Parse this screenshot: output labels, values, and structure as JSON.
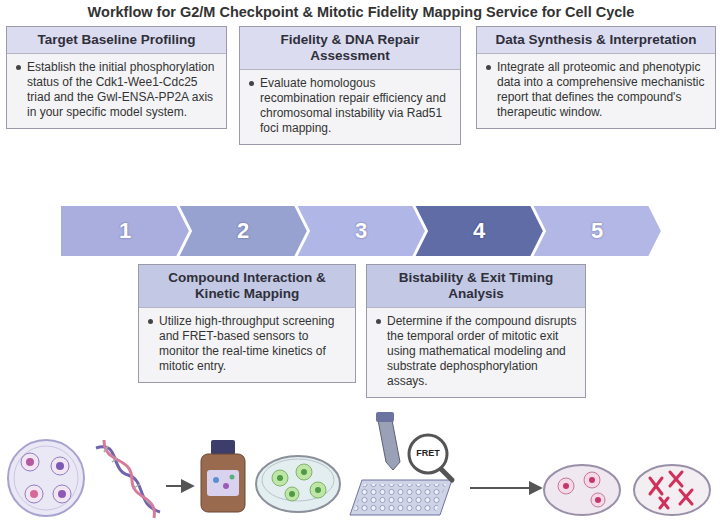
{
  "diagram": {
    "title": "Workflow for G2/M Checkpoint & Mitotic Fidelity Mapping Service for Cell Cycle",
    "nodes": [
      {
        "text": [
          "Target Baseline Profiling",
          "Establish the initial phosphorylation status of the Cdk1-Wee1-Cdc25 triad and the Gwl-ENSA-PP2A axis in your specific model system."
        ]
      },
      {
        "text": [
          "Fidelity & DNA Repair Assessment",
          "Evaluate homologous recombination repair efficiency and chromosomal instability via Rad51 foci mapping."
        ]
      },
      {
        "text": [
          "Data Synthesis & Interpretation",
          "Integrate all proteomic and phenotypic data into a comprehensive mechanistic report that defines the compound's therapeutic window."
        ]
      },
      {
        "text": [
          "1"
        ]
      },
      {
        "text": [
          "2"
        ]
      },
      {
        "text": [
          "3"
        ]
      },
      {
        "text": [
          "4"
        ]
      },
      {
        "text": [
          "5"
        ]
      },
      {
        "text": [
          "Compound Interaction & Kinetic Mapping",
          "Utilize high-throughput screening and FRET-based sensors to monitor the real-time kinetics of mitotic entry."
        ]
      },
      {
        "text": [
          "Bistability & Exit Timing Analysis",
          "Determine if the compound disrupts the temporal order of mitotic exit using mathematical modeling and substrate dephosphorylation assays."
        ]
      }
    ],
    "labels": [
      "FRET"
    ]
  }
}
